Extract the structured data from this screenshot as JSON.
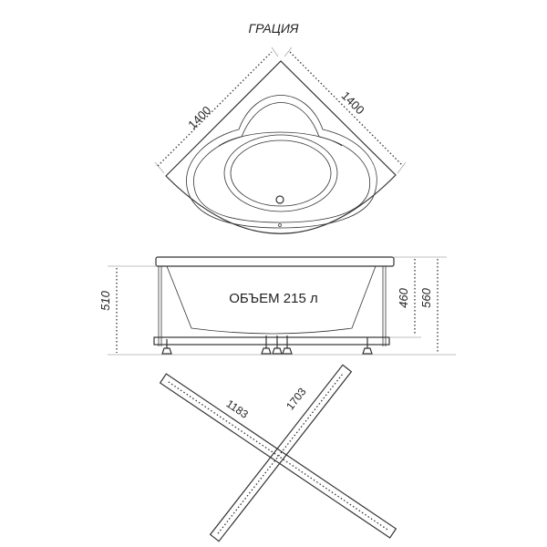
{
  "title": "ГРАЦИЯ",
  "top_view": {
    "width_left": "1400",
    "width_right": "1400"
  },
  "side_view": {
    "volume": "ОБЪЕМ 215 л",
    "height_left": "510",
    "height_inner": "460",
    "height_total": "560"
  },
  "frame_view": {
    "length_short": "1183",
    "length_long": "1703"
  }
}
